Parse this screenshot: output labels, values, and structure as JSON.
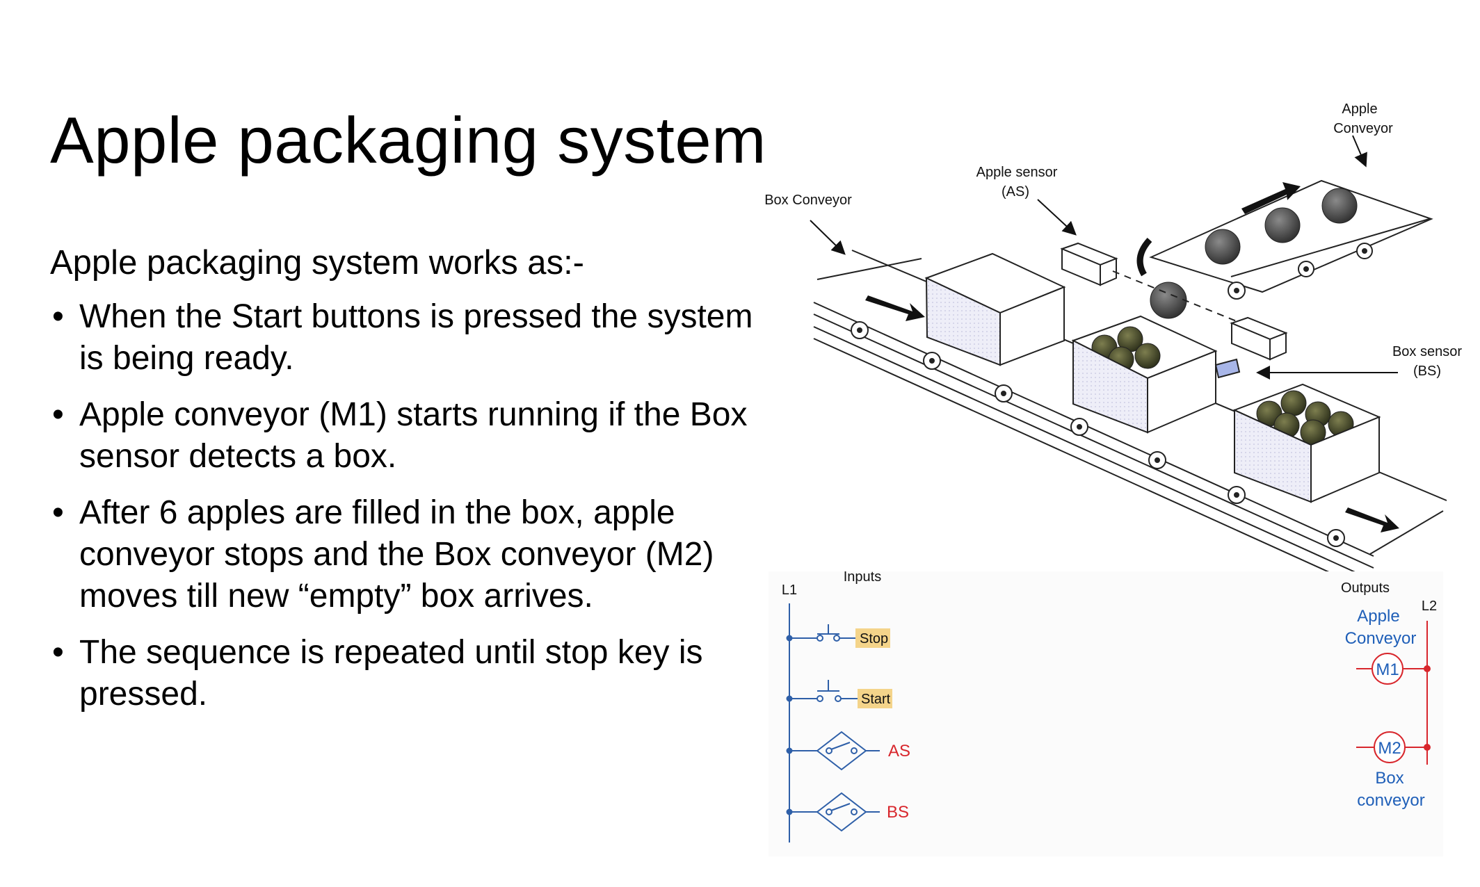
{
  "slide": {
    "title": "Apple packaging system",
    "intro": "Apple packaging system works as:-",
    "bullets": [
      "When the Start buttons is pressed the system is being ready.",
      "Apple conveyor (M1) starts running if the Box sensor detects a box.",
      "After 6 apples are filled in the box, apple conveyor stops and the Box conveyor (M2) moves till new “empty” box arrives.",
      "The sequence is repeated until stop key is pressed."
    ],
    "bullet_glyph": "•"
  },
  "diagram": {
    "labels": {
      "apple_conveyor_1": "Apple",
      "apple_conveyor_2": "Conveyor",
      "apple_sensor_1": "Apple  sensor",
      "apple_sensor_2": "(AS)",
      "box_conveyor": "Box Conveyor",
      "box_sensor_1": "Box sensor",
      "box_sensor_2": "(BS)"
    }
  },
  "ladder": {
    "inputs_title": "Inputs",
    "l1": "L1",
    "l2": "L2",
    "outputs_title": "Outputs",
    "stop": "Stop",
    "start": "Start",
    "as": "AS",
    "bs": "BS",
    "m1": "M1",
    "m2": "M2",
    "m1_label_1": "Apple",
    "m1_label_2": "Conveyor",
    "m2_label_1": "Box",
    "m2_label_2": "conveyor",
    "colors": {
      "wire": "#2e5fa8",
      "output": "#d8262c",
      "label_blue": "#1f5fb8",
      "tag_fill": "#f4d48a"
    }
  }
}
